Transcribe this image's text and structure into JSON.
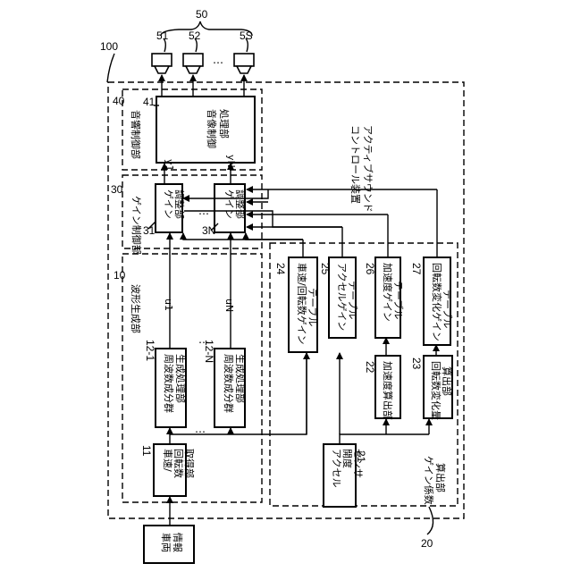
{
  "figure": {
    "ref_device": "100",
    "device_name": [
      "アクティブサウンド",
      "コントロール装置"
    ],
    "vehicle_info": [
      "車両",
      "情報"
    ],
    "speakers": {
      "group_ref": "50",
      "items": [
        {
          "ref": "51"
        },
        {
          "ref": "52"
        },
        {
          "ref": "5S"
        }
      ],
      "ellipsis": "…"
    },
    "sound_control": {
      "section_ref": "40",
      "section_name": "音響制御部",
      "box_ref": "41",
      "box_name": [
        "音像制御",
        "処理部"
      ],
      "out_first": "y1",
      "out_last": "yN"
    },
    "gain_control": {
      "section_ref": "30",
      "section_name": "ゲイン制御部",
      "first_ref": "31",
      "last_ref": "3N",
      "adjuster_name": [
        "ゲイン",
        "調整部"
      ],
      "ellipsis": "…"
    },
    "waveform": {
      "section_ref": "10",
      "section_name": "波形生成部",
      "acquire_ref": "11",
      "acquire_name": [
        "車速/",
        "回転数",
        "取得部"
      ],
      "gen_first_ref": "12-1",
      "gen_last_ref": "12-N",
      "gen_name": [
        "周波数成分群",
        "生成処理部"
      ],
      "out_first": "u1",
      "out_last": "uN",
      "ellipsis": "…"
    },
    "gain_coef": {
      "section_ref": "20",
      "section_name": [
        "ゲイン係数",
        "算出部"
      ],
      "sensor_ref": "21",
      "sensor_name": [
        "アクセル",
        "開度",
        "センサ"
      ],
      "accel_calc_ref": "22",
      "accel_calc_name": "加速度算出部",
      "rpm_change_ref": "23",
      "rpm_change_name": [
        "回転数変化量",
        "算出部"
      ],
      "tables": [
        {
          "ref": "24",
          "name": [
            "車速/回転数ゲイン",
            "テーブル"
          ]
        },
        {
          "ref": "25",
          "name": [
            "アクセルゲイン",
            "テーブル"
          ]
        },
        {
          "ref": "26",
          "name": [
            "加速度ゲイン",
            "テーブル"
          ]
        },
        {
          "ref": "27",
          "name": [
            "回転数変化ゲイン",
            "テーブル"
          ]
        }
      ]
    }
  }
}
